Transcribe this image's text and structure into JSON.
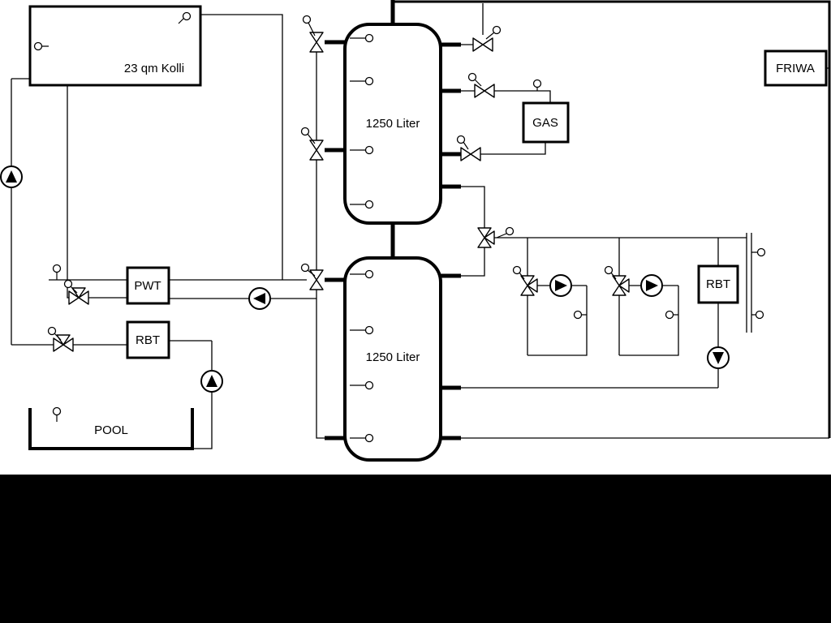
{
  "diagram": {
    "collector_label": "23 qm Kolli",
    "tank_top_label": "1250 Liter",
    "tank_bottom_label": "1250 Liter",
    "pwt_label": "PWT",
    "rbt_left_label": "RBT",
    "rbt_right_label": "RBT",
    "gas_label": "GAS",
    "friwa_label": "FRIWA",
    "pool_label": "POOL",
    "symbols": {
      "pump": "circle-with-triangle",
      "valve": "bowtie-triangles",
      "sensor": "small-circle-with-stem"
    },
    "colors": {
      "line": "#000000",
      "background": "#ffffff",
      "letterbox": "#000000"
    }
  }
}
